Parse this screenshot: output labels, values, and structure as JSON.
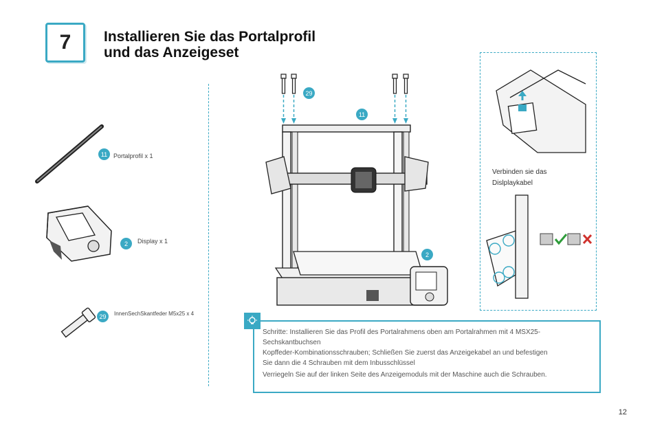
{
  "step": {
    "number": "7"
  },
  "title": {
    "line1": "Installieren Sie das Portalprofil",
    "line2": "und das Anzeigeset"
  },
  "parts": [
    {
      "badge": "11",
      "label": "Portalprofil x 1"
    },
    {
      "badge": "2",
      "label": "Display  x 1"
    },
    {
      "badge": "29",
      "label": "InnenSechSkantfeder M5x25 x 4"
    }
  ],
  "diagram_badges": {
    "screws": "29",
    "profile": "11",
    "display": "2"
  },
  "callout": {
    "line1": "Verbinden sie das",
    "line2": "Dislplaykabel"
  },
  "tip": {
    "lines": [
      "Schritte: Installieren Sie das Profil des Portalrahmens oben am Portalrahmen mit 4 MSX25-",
      "Sechskantbuchsen",
      "Kopffeder-Kombinationsschrauben; Schließen Sie zuerst das Anzeigekabel an und befestigen",
      "Sie dann die 4 Schrauben mit dem Inbusschlüssel",
      "Verriegeln Sie auf der linken Seite des Anzeigemoduls mit der Maschine auch die Schrauben."
    ]
  },
  "page_number": "12",
  "colors": {
    "accent": "#3aa9c4",
    "ok": "#2e9c3a",
    "bad": "#d0322d"
  }
}
